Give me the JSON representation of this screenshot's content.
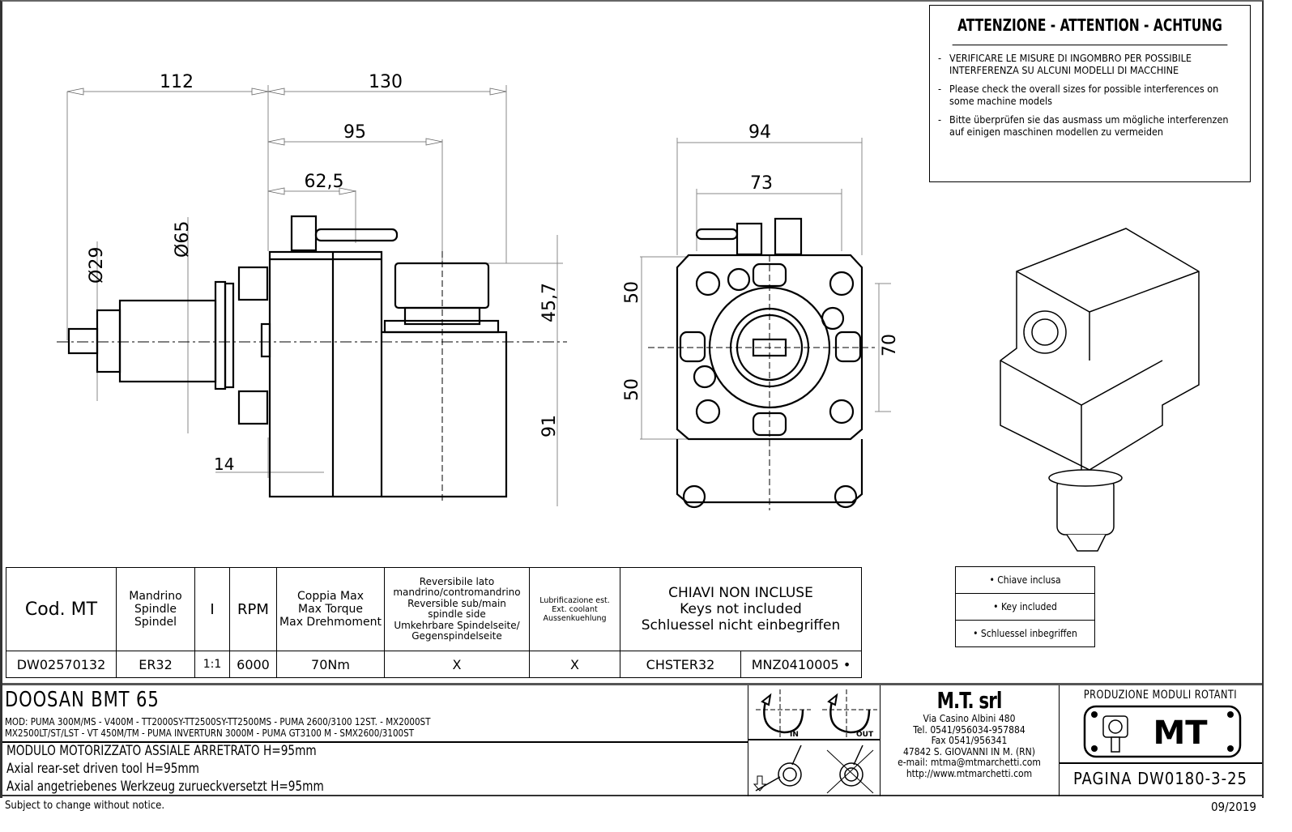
{
  "warning": {
    "title": "ATTENZIONE - ATTENTION - ACHTUNG",
    "items": [
      {
        "dash": "-",
        "text": "VERIFICARE LE MISURE DI INGOMBRO PER POSSIBILE INTERFERENZA SU ALCUNI MODELLI DI MACCHINE"
      },
      {
        "dash": "-",
        "text": "Please check the overall sizes for possible interferences on some machine models"
      },
      {
        "dash": "-",
        "text": "Bitte überprüfen sie das ausmass um mögliche interferenzen auf einigen maschinen modellen zu vermeiden"
      }
    ]
  },
  "dimensions": {
    "side_view": {
      "d112": "112",
      "d130": "130",
      "d95": "95",
      "d62_5": "62,5",
      "dia29": "Ø29",
      "dia65": "Ø65",
      "d45_7": "45,7",
      "d91": "91",
      "d14": "14"
    },
    "front_view": {
      "d94": "94",
      "d73": "73",
      "d50_top": "50",
      "d50_bottom": "50",
      "d70": "70"
    }
  },
  "spec_table": {
    "headers": {
      "code": "Cod. MT",
      "spindle": [
        "Mandrino",
        "Spindle",
        "Spindel"
      ],
      "ratio": "I",
      "rpm": "RPM",
      "torque": [
        "Coppia Max",
        "Max Torque",
        "Max Drehmoment"
      ],
      "reversible": [
        "Reversibile lato",
        "mandrino/contromandrino",
        "Reversible sub/main",
        "spindle side",
        "Umkehrbare Spindelseite/",
        "Gegenspindelseite"
      ],
      "coolant": [
        "Lubrificazione est.",
        "Ext. coolant",
        "Aussenkuehlung"
      ],
      "keys": [
        "CHIAVI NON INCLUSE",
        "Keys not included",
        "Schluessel nicht einbegriffen"
      ]
    },
    "row": {
      "code": "DW02570132",
      "spindle": "ER32",
      "ratio": "1:1",
      "rpm": "6000",
      "torque": "70Nm",
      "reversible": "X",
      "coolant": "X",
      "key1": "CHSTER32",
      "key2": "MNZ0410005 •"
    }
  },
  "key_legend": [
    "• Chiave inclusa",
    "• Key included",
    "• Schluessel inbegriffen"
  ],
  "title_block": {
    "machine": "DOOSAN   BMT 65",
    "models_line1": "MOD: PUMA 300M/MS - V400M - TT2000SY-TT2500SY-TT2500MS - PUMA 2600/3100 12ST. - MX2000ST",
    "models_line2": "MX2500LT/ST/LST - VT 450M/TM - PUMA INVERTURN 3000M - PUMA GT3100 M - SMX2600/3100ST",
    "desc_it": "MODULO MOTORIZZATO ASSIALE ARRETRATO H=95mm",
    "desc_en": "Axial rear-set driven tool H=95mm",
    "desc_de": "Axial angetriebenes Werkzeug zurueckversetzt H=95mm",
    "rotation_in": "IN",
    "rotation_out": "OUT",
    "company": {
      "name": "M.T. srl",
      "address": "Via Casino Albini 480",
      "tel": "Tel. 0541/956034-957884",
      "fax": "Fax 0541/956341",
      "city": "47842 S. GIOVANNI IN M. (RN)",
      "email": "e-mail: mtma@mtmarchetti.com",
      "web": "http://www.mtmarchetti.com"
    },
    "production": "PRODUZIONE MODULI ROTANTI",
    "logo_text": "MT",
    "page": "PAGINA DW0180-3-25"
  },
  "footer": {
    "notice": "Subject to change without notice.",
    "date": "09/2019"
  }
}
